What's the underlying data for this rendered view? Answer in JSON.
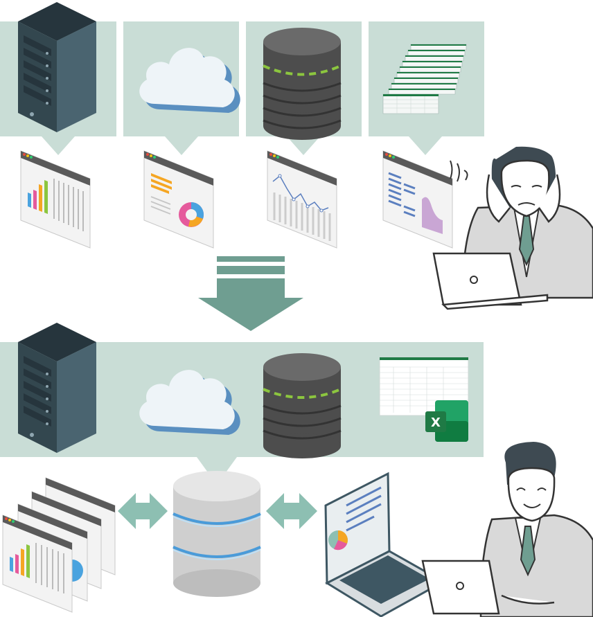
{
  "colors": {
    "panel": "#c9ddd6",
    "arrow": "#6f9e91",
    "double_arrow": "#8dbfb2",
    "server_dark": "#3e5763",
    "server_top": "#26353d",
    "cloud_fill": "#eef4f8",
    "cloud_edge": "#5a8fc0",
    "db_dark": "#4d4d4d",
    "db_dash": "#8cc63f",
    "db_light": "#d8d8d8",
    "db_glow": "#4a9bd9",
    "excel_green": "#1f7a45"
  },
  "before": {
    "sources": [
      {
        "kind": "server",
        "icon": "server-rack-icon"
      },
      {
        "kind": "cloud",
        "icon": "cloud-icon"
      },
      {
        "kind": "database",
        "icon": "database-icon"
      },
      {
        "kind": "spreadsheets",
        "icon": "spreadsheet-stack-icon"
      }
    ],
    "reports": [
      {
        "icon": "bar-chart-report-icon"
      },
      {
        "icon": "donut-chart-report-icon"
      },
      {
        "icon": "line-chart-report-icon"
      },
      {
        "icon": "list-report-icon"
      }
    ],
    "person": {
      "icon": "worried-businessman-icon",
      "mood": "troubled"
    }
  },
  "transition": {
    "icon": "down-arrow-icon"
  },
  "after": {
    "sources": [
      {
        "kind": "server",
        "icon": "server-rack-icon"
      },
      {
        "kind": "cloud",
        "icon": "cloud-icon"
      },
      {
        "kind": "database",
        "icon": "database-icon"
      },
      {
        "kind": "excel",
        "icon": "excel-sheet-icon",
        "badge": "X"
      }
    ],
    "hub": {
      "icon": "central-database-icon"
    },
    "reports_stack": {
      "icon": "report-stack-icon"
    },
    "laptop": {
      "icon": "analytics-laptop-icon"
    },
    "person": {
      "icon": "happy-businessman-icon",
      "mood": "satisfied"
    }
  }
}
